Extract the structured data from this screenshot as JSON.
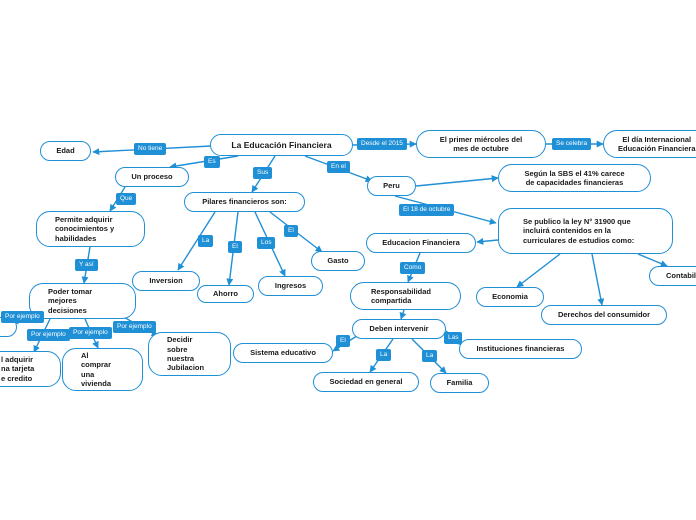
{
  "diagram": {
    "root": "La Educación Financiera",
    "nodes": {
      "edad": "Edad",
      "proceso": "Un proceso",
      "pilares": "Pilares financieros son:",
      "peru": "Peru",
      "miercoles": "El primer miércoles del\nmes de octubre",
      "dia_internacional": "El día Internacional\nEducación Financiera",
      "sbs": "Según la SBS el 41% carece\nde capacidades financieras",
      "ley": "Se publico la ley N° 31900 que\nincluirá contenidos en la\ncurriculares de estudios como:",
      "educacion_financiera": "Educacion Financiera",
      "permite": "Permite adquirir\nconocimientos y\nhabilidades",
      "decisiones": "Poder tomar\nmejores\ndecisiones",
      "inversion": "Inversion",
      "ahorro": "Ahorro",
      "ingresos": "Ingresos",
      "gasto": "Gasto",
      "responsabilidad": "Responsabilidad\ncompartida",
      "deben": "Deben intervenir",
      "sistema": "Sistema educativo",
      "sociedad": "Sociedad en general",
      "familia": "Familia",
      "instituciones": "Instituciones financieras",
      "economia": "Economia",
      "derechos": "Derechos del consumidor",
      "contabilidad": "Contabili",
      "tarjeta": "l adquirir\nna tarjeta\ne credito",
      "vivienda": "Al\ncomprar\nuna\nvivienda",
      "jubilacion": "Decidir\nsobre\nnuestra\nJubilacion"
    },
    "edge_labels": {
      "no_tiene": "No tiene",
      "es": "Es",
      "sus": "Sus",
      "en_el": "En el",
      "desde": "Desde el 2015",
      "se_celebra": "Se celebra",
      "el_18": "El 18 de octubre",
      "que": "Que",
      "y_asi": "Y así",
      "por_ejemplo_1": "Por ejemplo",
      "por_ejemplo_2": "Por ejemplo",
      "por_ejemplo_3": "Por ejemplo",
      "por_ejemplo_4": "Por ejemplo",
      "la_inversion": "La",
      "el_ahorro": "El",
      "los": "Los",
      "el_gasto": "El",
      "como": "Como",
      "el_sistema": "El",
      "la_sociedad": "La",
      "la_familia": "La",
      "las": "Las"
    },
    "colors": {
      "accent": "#1f8fd6",
      "text": "#1a1a1a",
      "background": "#ffffff"
    }
  }
}
